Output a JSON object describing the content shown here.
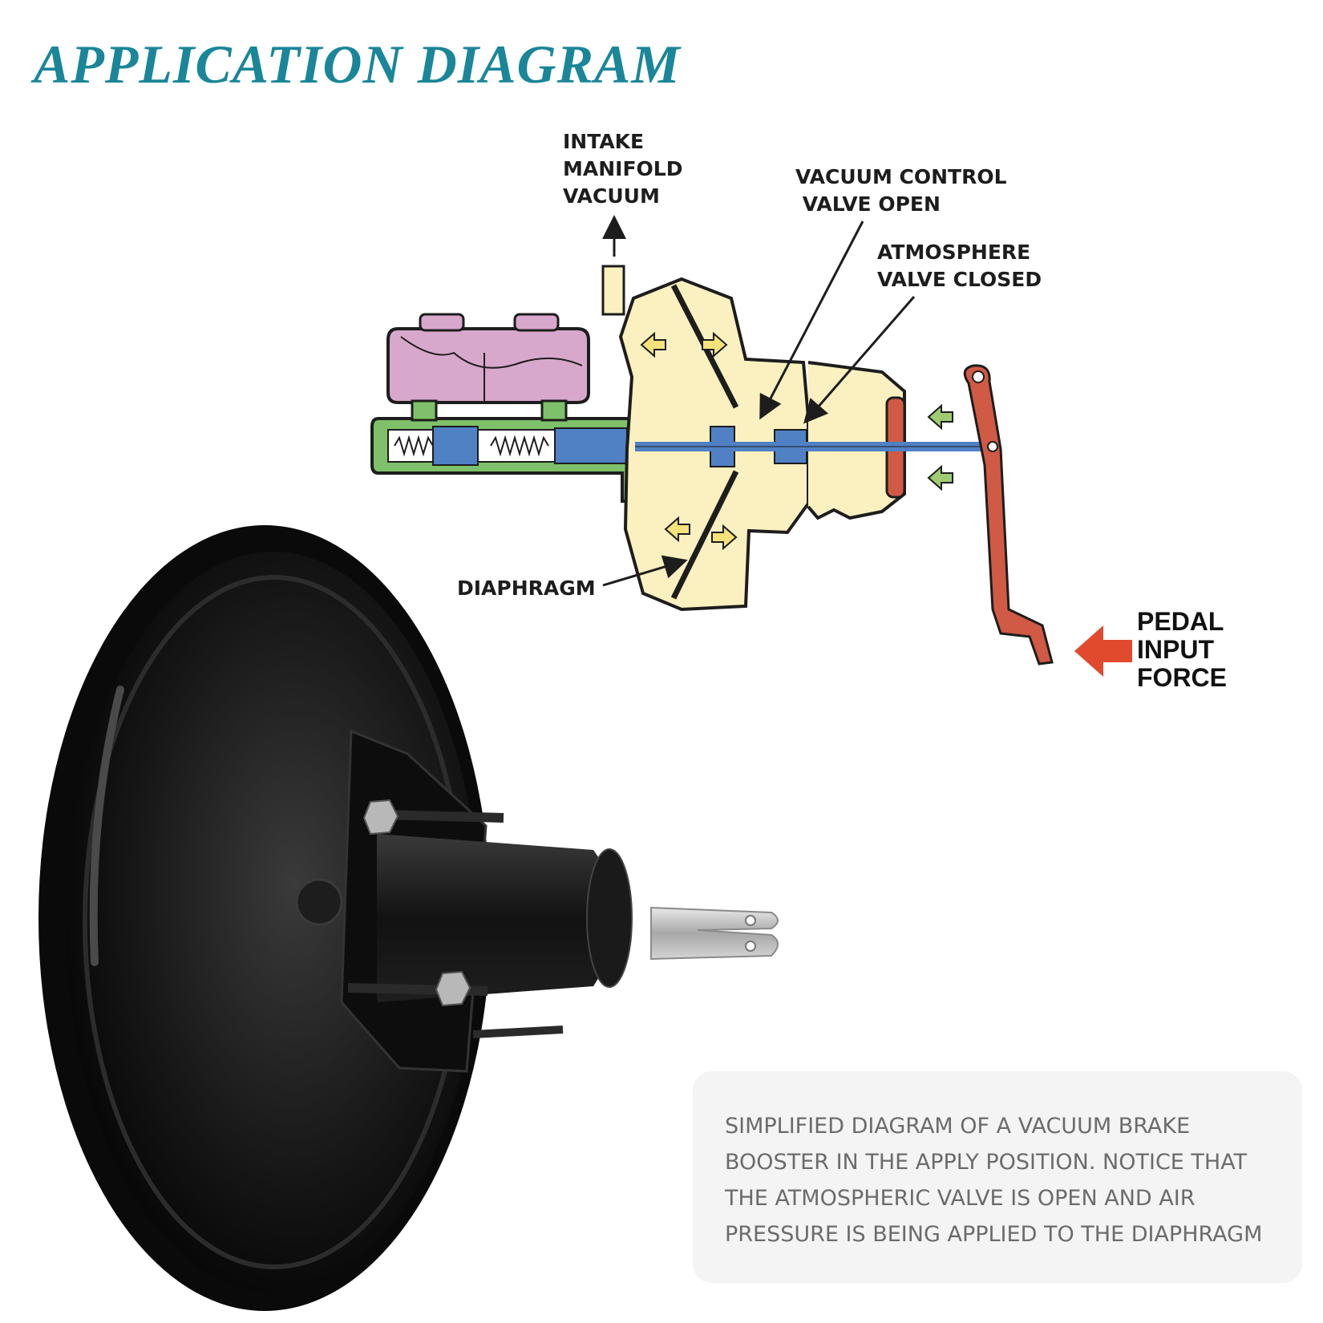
{
  "page_title": "APPLICATION DIAGRAM",
  "colors": {
    "title": "#1a8699",
    "fluid_reservoir": "#d7a8cc",
    "master_cylinder": "#7ec16a",
    "booster_body": "#fbf0bf",
    "push_rod": "#4f81c4",
    "pedal": "#d05a44",
    "force_arrow": "#e24a2e",
    "air_arrows": "#9fcc72",
    "booster_photo": "#101010"
  },
  "diagram": {
    "labels": {
      "intake_vacuum": "INTAKE\nMANIFOLD\nVACUUM",
      "vacuum_valve": "VACUUM CONTROL\n VALVE OPEN",
      "atmosphere_valve": "ATMOSPHERE\nVALVE CLOSED",
      "diaphragm": "DIAPHRAGM"
    },
    "pedal_force_label": "PEDAL\nINPUT\nFORCE"
  },
  "caption": "SIMPLIFIED DIAGRAM OF A VACUUM BRAKE BOOSTER IN THE APPLY POSITION. NOTICE THAT THE ATMOSPHERIC VALVE IS OPEN AND AIR PRESSURE IS BEING APPLIED TO THE DIAPHRAGM"
}
